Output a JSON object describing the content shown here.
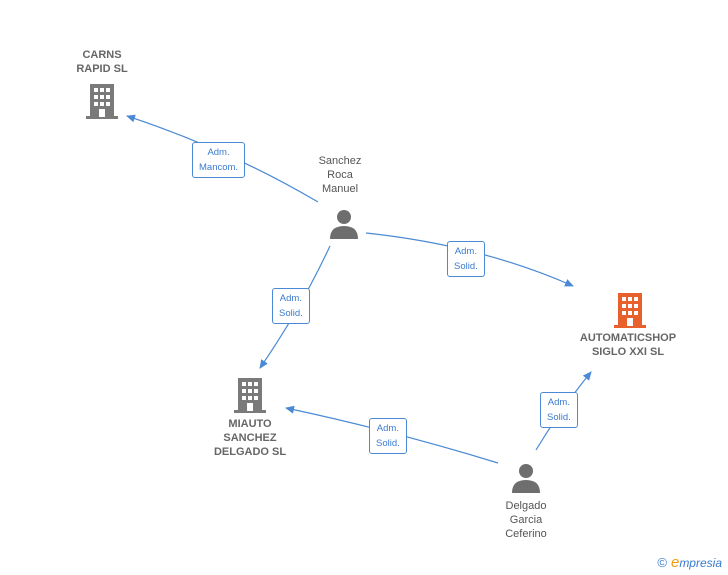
{
  "colors": {
    "edge": "#4a8ad4",
    "company": "#7a7a7a",
    "company_highlight": "#e8602c",
    "person": "#6e6e6e"
  },
  "nodes": {
    "carns": {
      "label": "CARNS\nRAPID SL",
      "kind": "company"
    },
    "automatic": {
      "label": "AUTOMATICSHOP\nSIGLO XXI  SL",
      "kind": "company-highlight"
    },
    "miauto": {
      "label": "MIAUTO\nSANCHEZ\nDELGADO  SL",
      "kind": "company"
    },
    "sanchez": {
      "label": "Sanchez\nRoca\nManuel",
      "kind": "person"
    },
    "delgado": {
      "label": "Delgado\nGarcia\nCeferino",
      "kind": "person"
    }
  },
  "edges": {
    "e1": {
      "label": "Adm.\nMancom."
    },
    "e2": {
      "label": "Adm.\nSolid."
    },
    "e3": {
      "label": "Adm.\nSolid."
    },
    "e4": {
      "label": "Adm.\nSolid."
    },
    "e5": {
      "label": "Adm.\nSolid."
    }
  },
  "footer": {
    "copyright": "©",
    "brand_e": "e",
    "brand_rest": "mpresia"
  }
}
